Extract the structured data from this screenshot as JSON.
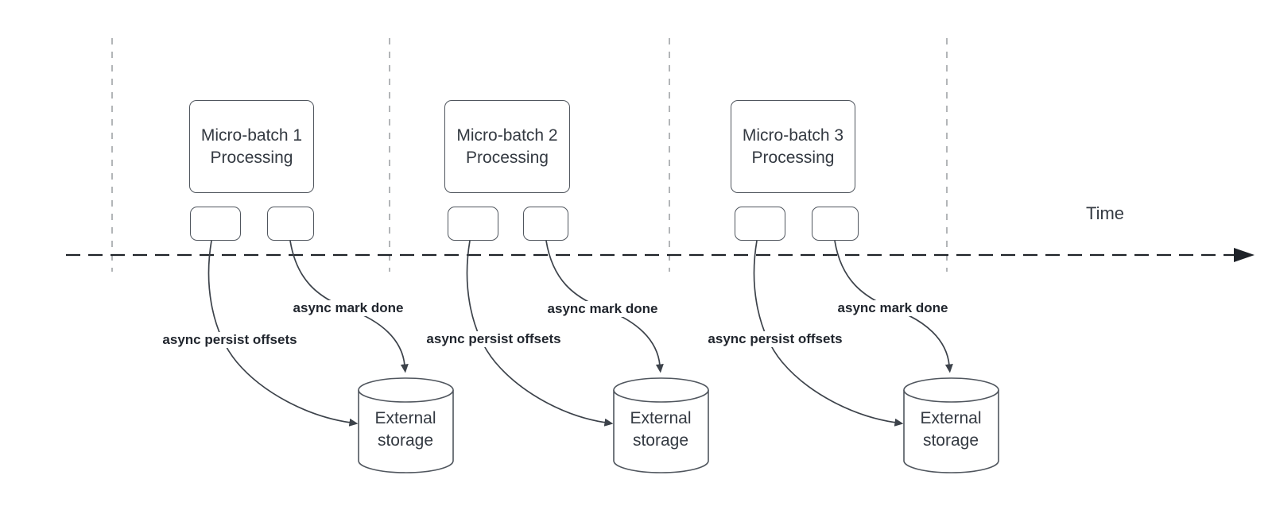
{
  "colors": {
    "shape": "#50565e",
    "arrow": "#3c424a",
    "timeline": "#1e2228",
    "guide": "#a0a3a7",
    "text": "#343a42",
    "label": "#21262e",
    "bg": "#ffffff"
  },
  "timeline": {
    "label": "Time"
  },
  "sections": [
    {
      "title": "Micro-batch 1 Processing",
      "persist_label": "async persist offsets",
      "done_label": "async mark done",
      "storage_label": "External storage"
    },
    {
      "title": "Micro-batch 2 Processing",
      "persist_label": "async persist offsets",
      "done_label": "async mark done",
      "storage_label": "External storage"
    },
    {
      "title": "Micro-batch 3 Processing",
      "persist_label": "async persist offsets",
      "done_label": "async mark done",
      "storage_label": "External storage"
    }
  ]
}
